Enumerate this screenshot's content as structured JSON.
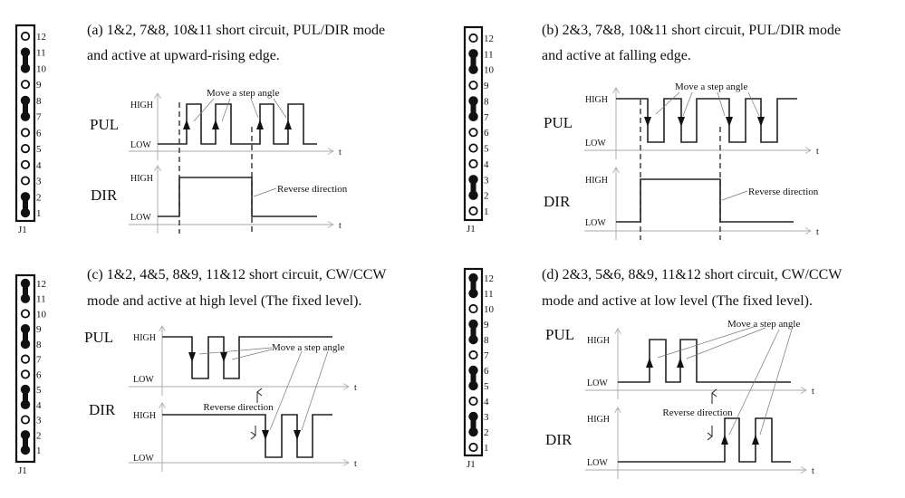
{
  "panels": [
    {
      "id": "a",
      "title_line1": "(a)  1&2, 7&8, 10&11 short circuit, PUL/DIR mode",
      "title_line2": "and active at upward-rising edge.",
      "connector": "J1",
      "shorted_pairs": [
        [
          1,
          2
        ],
        [
          7,
          8
        ],
        [
          10,
          11
        ]
      ],
      "pul_label": "PUL",
      "dir_label": "DIR",
      "high": "HIGH",
      "low": "LOW",
      "t": "t",
      "step_annotation": "Move a step angle",
      "reverse_annotation": "Reverse direction"
    },
    {
      "id": "b",
      "title_line1": "(b)  2&3, 7&8, 10&11 short circuit, PUL/DIR mode",
      "title_line2": "and active at falling edge.",
      "connector": "J1",
      "shorted_pairs": [
        [
          2,
          3
        ],
        [
          7,
          8
        ],
        [
          10,
          11
        ]
      ],
      "pul_label": "PUL",
      "dir_label": "DIR",
      "high": "HIGH",
      "low": "LOW",
      "t": "t",
      "step_annotation": "Move a step angle",
      "reverse_annotation": "Reverse direction"
    },
    {
      "id": "c",
      "title_line1": "(c)  1&2, 4&5, 8&9, 11&12 short circuit, CW/CCW",
      "title_line2": "mode and active at high level (The fixed level).",
      "connector": "J1",
      "shorted_pairs": [
        [
          1,
          2
        ],
        [
          4,
          5
        ],
        [
          8,
          9
        ],
        [
          11,
          12
        ]
      ],
      "pul_label": "PUL",
      "dir_label": "DIR",
      "high": "HIGH",
      "low": "LOW",
      "t": "t",
      "step_annotation": "Move a step angle",
      "reverse_annotation": "Reverse direction"
    },
    {
      "id": "d",
      "title_line1": "(d)  2&3, 5&6, 8&9, 11&12 short circuit, CW/CCW",
      "title_line2": "mode and active at low level (The fixed level).",
      "connector": "J1",
      "shorted_pairs": [
        [
          2,
          3
        ],
        [
          5,
          6
        ],
        [
          8,
          9
        ],
        [
          11,
          12
        ]
      ],
      "pul_label": "PUL",
      "dir_label": "DIR",
      "high": "HIGH",
      "low": "LOW",
      "t": "t",
      "step_annotation": "Move a step angle",
      "reverse_annotation": "Reverse direction"
    }
  ],
  "pin_numbers": [
    "1",
    "2",
    "3",
    "4",
    "5",
    "6",
    "7",
    "8",
    "9",
    "10",
    "11",
    "12"
  ]
}
